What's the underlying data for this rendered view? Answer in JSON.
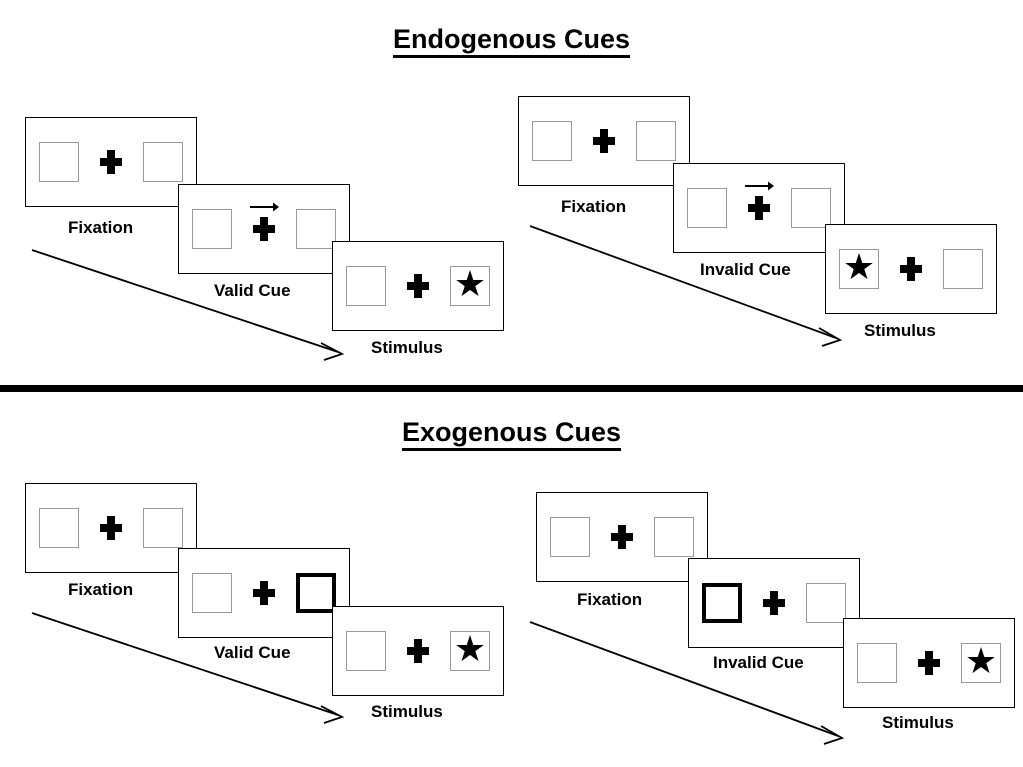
{
  "sections": [
    {
      "title": "Endogenous Cues",
      "columns": [
        {
          "name": "endogenous-valid",
          "panels": [
            {
              "caption": "Fixation",
              "cue_type": "none",
              "left_box": {
                "cued": false,
                "content": ""
              },
              "right_box": {
                "cued": false,
                "content": ""
              }
            },
            {
              "caption": "Valid Cue",
              "cue_type": "arrow-right",
              "left_box": {
                "cued": false,
                "content": ""
              },
              "right_box": {
                "cued": false,
                "content": ""
              }
            },
            {
              "caption": "Stimulus",
              "cue_type": "none",
              "left_box": {
                "cued": false,
                "content": ""
              },
              "right_box": {
                "cued": false,
                "content": "star"
              }
            }
          ]
        },
        {
          "name": "endogenous-invalid",
          "panels": [
            {
              "caption": "Fixation",
              "cue_type": "none",
              "left_box": {
                "cued": false,
                "content": ""
              },
              "right_box": {
                "cued": false,
                "content": ""
              }
            },
            {
              "caption": "Invalid Cue",
              "cue_type": "arrow-right",
              "left_box": {
                "cued": false,
                "content": ""
              },
              "right_box": {
                "cued": false,
                "content": ""
              }
            },
            {
              "caption": "Stimulus",
              "cue_type": "none",
              "left_box": {
                "cued": false,
                "content": "star"
              },
              "right_box": {
                "cued": false,
                "content": ""
              }
            }
          ]
        }
      ]
    },
    {
      "title": "Exogenous Cues",
      "columns": [
        {
          "name": "exogenous-valid",
          "panels": [
            {
              "caption": "Fixation",
              "cue_type": "none",
              "left_box": {
                "cued": false,
                "content": ""
              },
              "right_box": {
                "cued": false,
                "content": ""
              }
            },
            {
              "caption": "Valid Cue",
              "cue_type": "box-highlight-right",
              "left_box": {
                "cued": false,
                "content": ""
              },
              "right_box": {
                "cued": true,
                "content": ""
              }
            },
            {
              "caption": "Stimulus",
              "cue_type": "none",
              "left_box": {
                "cued": false,
                "content": ""
              },
              "right_box": {
                "cued": false,
                "content": "star"
              }
            }
          ]
        },
        {
          "name": "exogenous-invalid",
          "panels": [
            {
              "caption": "Fixation",
              "cue_type": "none",
              "left_box": {
                "cued": false,
                "content": ""
              },
              "right_box": {
                "cued": false,
                "content": ""
              }
            },
            {
              "caption": "Invalid Cue",
              "cue_type": "box-highlight-left",
              "left_box": {
                "cued": true,
                "content": ""
              },
              "right_box": {
                "cued": false,
                "content": ""
              }
            },
            {
              "caption": "Stimulus",
              "cue_type": "none",
              "left_box": {
                "cued": false,
                "content": ""
              },
              "right_box": {
                "cued": false,
                "content": "star"
              }
            }
          ]
        }
      ]
    }
  ],
  "glyphs": {
    "star": "★",
    "fixation_cross": "plus-sign",
    "cue_arrow": "right-arrow",
    "time_arrow": "diagonal-down-right-arrow"
  },
  "colors": {
    "stroke": "#000000",
    "box_border": "#9a9a9a",
    "background": "#ffffff"
  }
}
